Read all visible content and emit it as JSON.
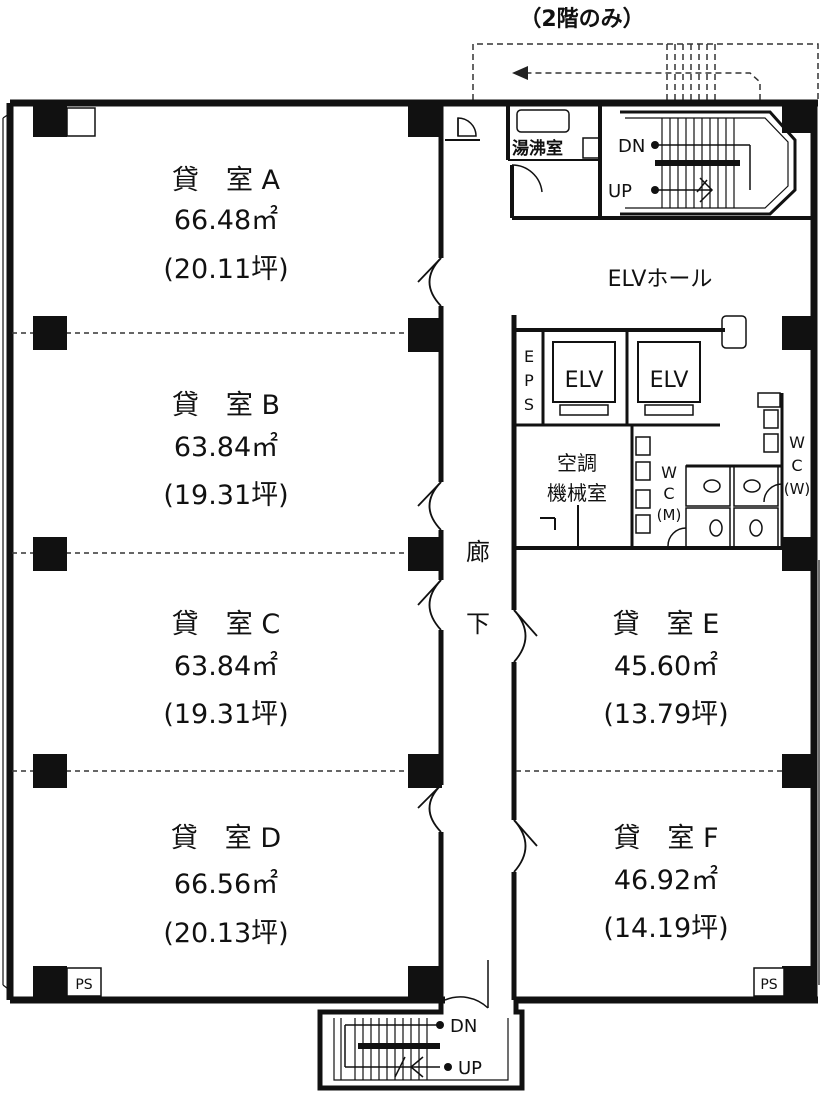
{
  "floor_note": "（2階のみ）",
  "rooms": [
    {
      "id": "A",
      "name": "貸　室 A",
      "area": "66.48㎡",
      "tsubo": "(20.11坪)"
    },
    {
      "id": "B",
      "name": "貸　室 B",
      "area": "63.84㎡",
      "tsubo": "(19.31坪)"
    },
    {
      "id": "C",
      "name": "貸　室 C",
      "area": "63.84㎡",
      "tsubo": "(19.31坪)"
    },
    {
      "id": "D",
      "name": "貸　室 D",
      "area": "66.56㎡",
      "tsubo": "(20.13坪)"
    },
    {
      "id": "E",
      "name": "貸　室 E",
      "area": "45.60㎡",
      "tsubo": "(13.79坪)"
    },
    {
      "id": "F",
      "name": "貸　室 F",
      "area": "46.92㎡",
      "tsubo": "(14.19坪)"
    }
  ],
  "labels": {
    "kitchenette": "湯沸室",
    "elevator_hall": "ELVホール",
    "elevator": "ELV",
    "eps": [
      "E",
      "P",
      "S"
    ],
    "hvac_line1": "空調",
    "hvac_line2": "機械室",
    "corridor_line1": "廊",
    "corridor_line2": "下",
    "wc_men": [
      "W",
      "C",
      "(M)"
    ],
    "wc_women": [
      "W",
      "C",
      "(W)"
    ],
    "ps": "PS",
    "dn": "DN",
    "up": "UP"
  }
}
